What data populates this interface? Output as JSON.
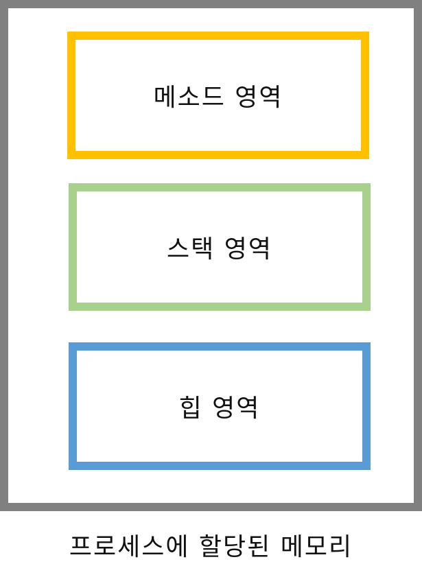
{
  "regions": [
    {
      "label": "메소드 영역",
      "color": "#FFC000"
    },
    {
      "label": "스택 영역",
      "color": "#A9D18E"
    },
    {
      "label": "힙 영역",
      "color": "#5B9BD5"
    }
  ],
  "frame_color": "#808080",
  "caption": "프로세스에 할당된 메모리"
}
